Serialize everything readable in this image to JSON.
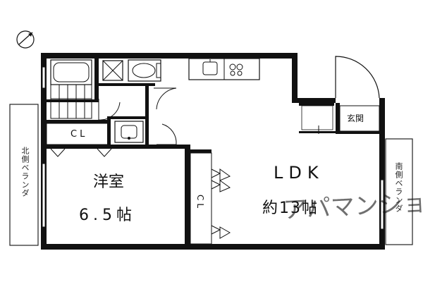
{
  "rooms": {
    "western": {
      "name": "洋室",
      "size": "6.5帖"
    },
    "ldk": {
      "name": "LDK",
      "size": "約13帖"
    },
    "closet_1": "CL",
    "closet_2": "CL",
    "entrance": "玄関"
  },
  "balconies": {
    "north": "北側ベランダ",
    "south": "南側ベランダ"
  },
  "watermark": "アパマンショップ"
}
